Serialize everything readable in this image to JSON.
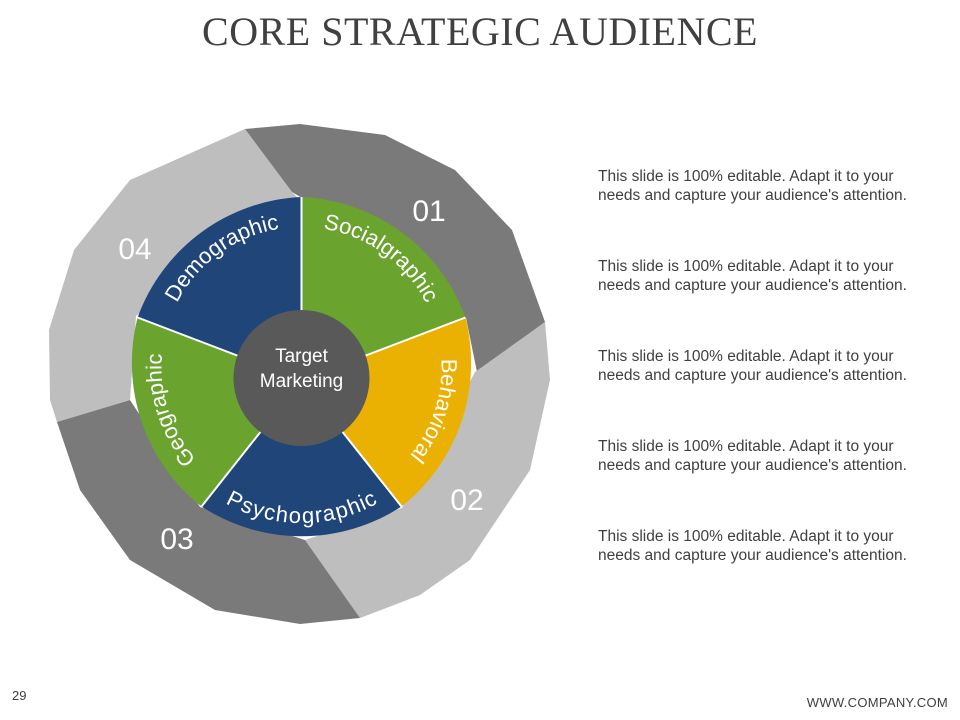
{
  "title": "CORE STRATEGIC AUDIENCE",
  "center": {
    "line1": "Target",
    "line2": "Marketing"
  },
  "outer_ring": [
    "01",
    "02",
    "03",
    "04"
  ],
  "segments": [
    {
      "label": "Socialgraphic",
      "color": "#6aa42f"
    },
    {
      "label": "Behavioral",
      "color": "#eab103"
    },
    {
      "label": "Psychographic",
      "color": "#1f4579"
    },
    {
      "label": "Geographic",
      "color": "#6aa42f"
    },
    {
      "label": "Demographic",
      "color": "#1f4579"
    }
  ],
  "colors": {
    "ring_dark": "#7a7a7a",
    "ring_light": "#bebebe",
    "center": "#595959"
  },
  "notes": [
    "This slide is 100% editable. Adapt it to your needs and capture your audience's attention.",
    "This slide is 100% editable. Adapt it to your needs and capture your audience's attention.",
    "This slide is 100% editable. Adapt it to your needs and capture your audience's attention.",
    "This slide is 100% editable. Adapt it to your needs and capture your audience's attention.",
    "This slide is 100% editable. Adapt it to your needs and capture your audience's attention."
  ],
  "page_number": "29",
  "footer": "WWW.COMPANY.COM"
}
